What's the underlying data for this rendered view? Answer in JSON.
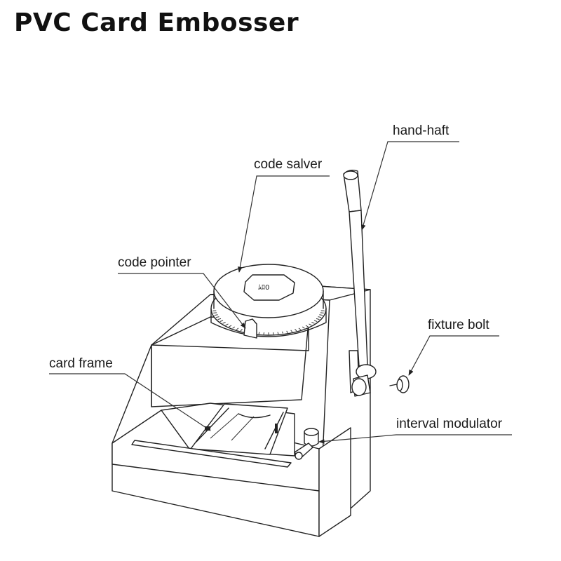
{
  "title": "PVC Card Embosser",
  "labels": {
    "hand_haft": "hand-haft",
    "code_salver": "code salver",
    "code_pointer": "code pointer",
    "fixture_bolt": "fixture  bolt",
    "card_frame": "card frame",
    "interval_modulator": "interval modulator"
  }
}
